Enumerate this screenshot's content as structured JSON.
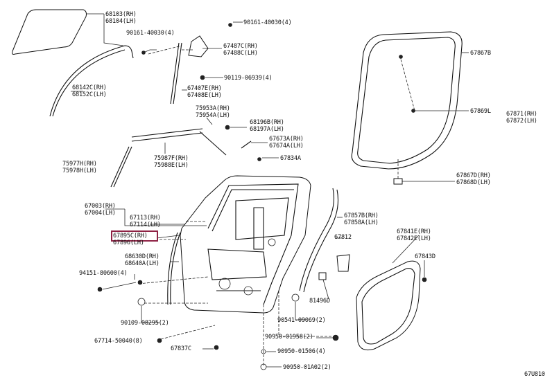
{
  "diagram_code": "67U810",
  "labels": [
    {
      "id": "l1",
      "text": "68103(RH)\n68104(LH)"
    },
    {
      "id": "l2",
      "text": "90161-40030(4)"
    },
    {
      "id": "l3",
      "text": "90161-40030(4)"
    },
    {
      "id": "l4",
      "text": "67487C(RH)\n67488C(LH)"
    },
    {
      "id": "l5",
      "text": "67867B"
    },
    {
      "id": "l6",
      "text": "68142C(RH)\n68152C(LH)"
    },
    {
      "id": "l7",
      "text": "90119-06939(4)"
    },
    {
      "id": "l8",
      "text": "67407E(RH)\n67408E(LH)"
    },
    {
      "id": "l9",
      "text": "67869L"
    },
    {
      "id": "l10",
      "text": "67871(RH)\n67872(LH)"
    },
    {
      "id": "l11",
      "text": "75953A(RH)\n75954A(LH)"
    },
    {
      "id": "l12",
      "text": "68196B(RH)\n68197A(LH)"
    },
    {
      "id": "l13",
      "text": "67673A(RH)\n67674A(LH)"
    },
    {
      "id": "l14",
      "text": "75977H(RH)\n75978H(LH)"
    },
    {
      "id": "l15",
      "text": "75987F(RH)\n75988E(LH)"
    },
    {
      "id": "l16",
      "text": "67834A"
    },
    {
      "id": "l17",
      "text": "67867D(RH)\n67868D(LH)"
    },
    {
      "id": "l18",
      "text": "67003(RH)\n67004(LH)"
    },
    {
      "id": "l19",
      "text": "67113(RH)\n67114(LH)"
    },
    {
      "id": "l20",
      "text": "67857B(RH)\n67858A(LH)"
    },
    {
      "id": "l21",
      "text": "67841E(RH)\n67842E(LH)"
    },
    {
      "id": "l22",
      "text": "67895C(RH)\n67896(LH)"
    },
    {
      "id": "l23",
      "text": "67812"
    },
    {
      "id": "l24",
      "text": "67843D"
    },
    {
      "id": "l25",
      "text": "68630D(RH)\n68640A(LH)"
    },
    {
      "id": "l26",
      "text": "94151-80600(4)"
    },
    {
      "id": "l27",
      "text": "81496D"
    },
    {
      "id": "l28",
      "text": "90109-08295(2)"
    },
    {
      "id": "l29",
      "text": "90541-09069(2)"
    },
    {
      "id": "l30",
      "text": "67714-50040(8)"
    },
    {
      "id": "l31",
      "text": "90950-01958(2)"
    },
    {
      "id": "l32",
      "text": "67837C"
    },
    {
      "id": "l33",
      "text": "90950-01506(4)"
    },
    {
      "id": "l34",
      "text": "90950-01A02(2)"
    }
  ],
  "highlight_color": "#8e2244"
}
